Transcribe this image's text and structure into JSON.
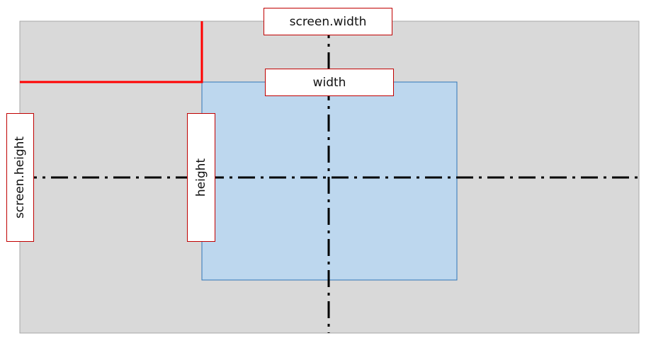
{
  "labels": {
    "screen_width": "screen.width",
    "width": "width",
    "screen_height": "screen.height",
    "height": "height"
  },
  "colors": {
    "screen_fill": "#d9d9d9",
    "screen_border": "#a6a6a6",
    "window_fill": "#bdd7ee",
    "window_border": "#2e75b6",
    "offset_line": "#ff0000",
    "label_border": "#c00000",
    "axis_line": "#000000"
  }
}
